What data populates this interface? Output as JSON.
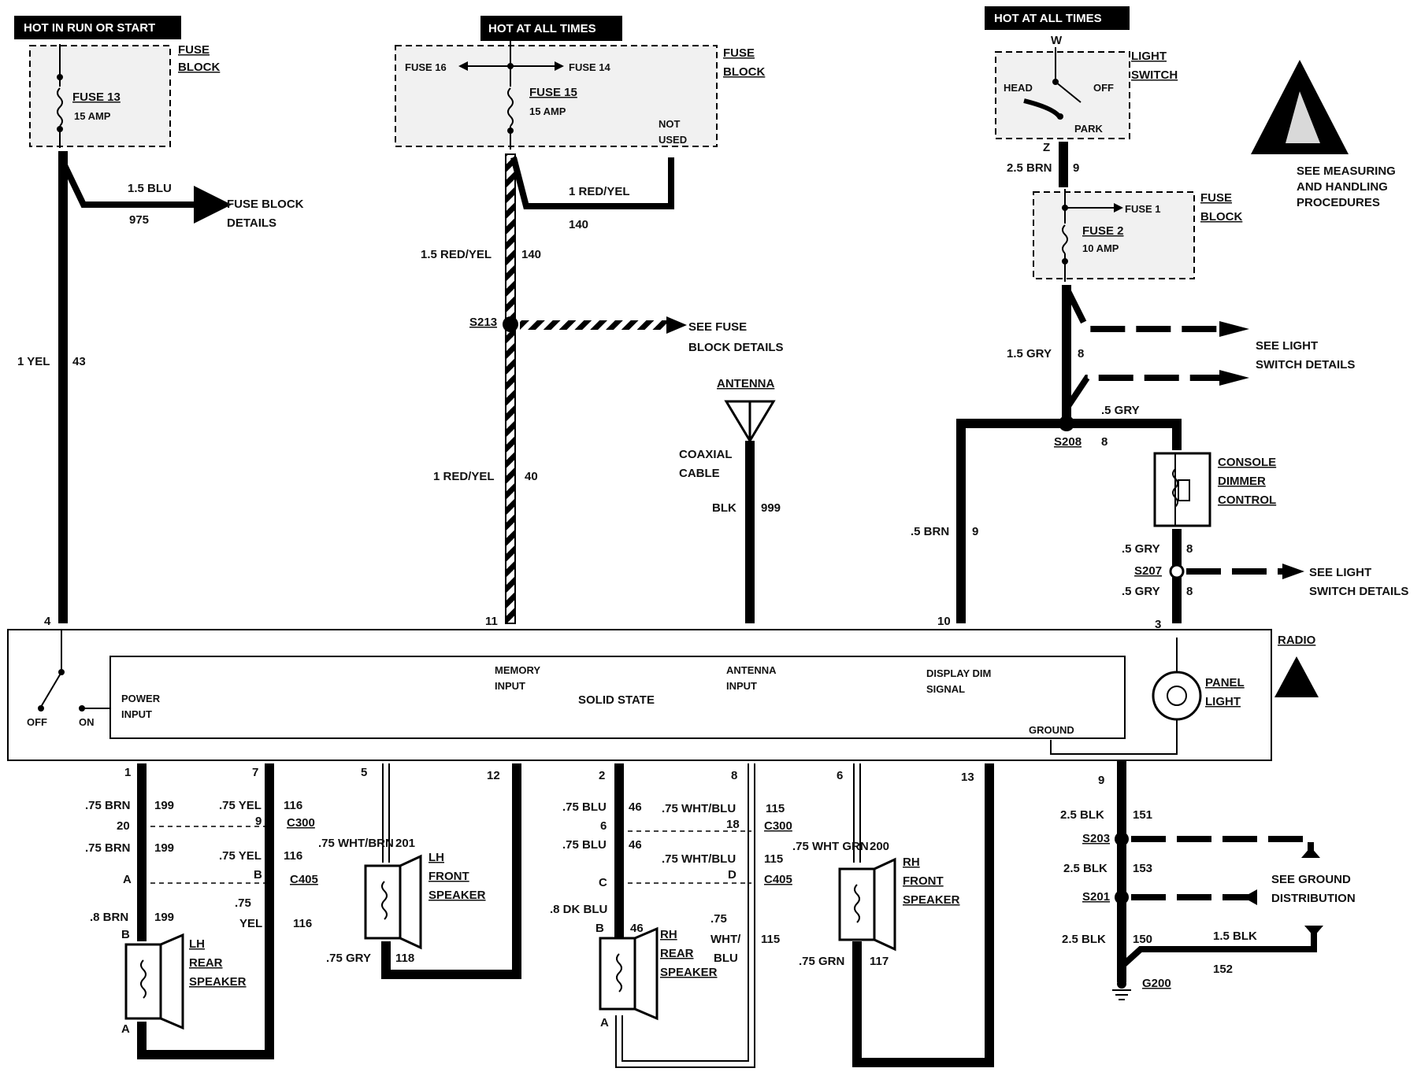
{
  "headers": {
    "left": "HOT IN RUN OR START",
    "mid": "HOT AT ALL TIMES",
    "right": "HOT AT ALL TIMES"
  },
  "left_fuse": {
    "block": [
      "FUSE",
      "BLOCK"
    ],
    "name": "FUSE 13",
    "amp": "15 AMP"
  },
  "mid_fuse": {
    "block": [
      "FUSE",
      "BLOCK"
    ],
    "name": "FUSE 15",
    "amp": "15 AMP",
    "fuse16": "FUSE 16",
    "fuse14": "FUSE 14",
    "not_used": [
      "NOT",
      "USED"
    ]
  },
  "light_switch": {
    "w": "W",
    "label": [
      "LIGHT",
      "SWITCH"
    ],
    "head": "HEAD",
    "off": "OFF",
    "park": "PARK",
    "z": "Z"
  },
  "right_fuse": {
    "block": [
      "FUSE",
      "BLOCK"
    ],
    "name": "FUSE 2",
    "amp": "10 AMP",
    "fuse1": "FUSE 1"
  },
  "esd_note": [
    "SEE MEASURING",
    "AND HANDLING",
    "PROCEDURES"
  ],
  "wires": {
    "w975_a": "1.5 BLU",
    "w975_b": "975",
    "fuse_block_details": [
      "FUSE BLOCK",
      "DETAILS"
    ],
    "w43_a": "1 YEL",
    "w43_b": "43",
    "w140_top_a": "1 RED/YEL",
    "w140_top_b": "140",
    "w140_a": "1.5 RED/YEL",
    "w140_b": "140",
    "s213": "S213",
    "see_fuse": [
      "SEE FUSE",
      "BLOCK DETAILS"
    ],
    "w40_a": "1 RED/YEL",
    "w40_b": "40",
    "antenna": "ANTENNA",
    "coax": [
      "COAXIAL",
      "CABLE"
    ],
    "w999_a": "BLK",
    "w999_b": "999",
    "w9_top_a": "2.5 BRN",
    "w9_top_b": "9",
    "w8_a": "1.5 GRY",
    "w8_b": "8",
    "see_light_1": [
      "SEE LIGHT",
      "SWITCH DETAILS"
    ],
    "gry5": ".5 GRY",
    "s208": "S208",
    "s208_n": "8",
    "w9_a": ".5 BRN",
    "w9_b": "9",
    "console": [
      "CONSOLE",
      "DIMMER",
      "CONTROL"
    ],
    "gry_a1": ".5 GRY",
    "gry_a2": "8",
    "s207": "S207",
    "gry_b1": ".5 GRY",
    "gry_b2": "8",
    "see_light_2": [
      "SEE LIGHT",
      "SWITCH DETAILS"
    ]
  },
  "radio": {
    "label": "RADIO",
    "pin4": "4",
    "pin11": "11",
    "pin10": "10",
    "pin3": "3",
    "off": "OFF",
    "on": "ON",
    "power_input": [
      "POWER",
      "INPUT"
    ],
    "memory_input": [
      "MEMORY",
      "INPUT"
    ],
    "solid_state": "SOLID STATE",
    "antenna_input": [
      "ANTENNA",
      "INPUT"
    ],
    "display_dim": [
      "DISPLAY DIM",
      "SIGNAL"
    ],
    "ground": "GROUND",
    "panel_light": [
      "PANEL",
      "LIGHT"
    ]
  },
  "speakers": {
    "pins": [
      "1",
      "7",
      "5",
      "12",
      "2",
      "8",
      "6",
      "13",
      "9"
    ],
    "lr": {
      "w1": ".75 BRN",
      "w1n": "199",
      "c20": "20",
      "w2": ".75 BRN",
      "w2n": "199",
      "cA": "A",
      "w3": ".8 BRN",
      "w3n": "199",
      "B": "B",
      "A2": "A",
      "y1": ".75 YEL",
      "y1n": "116",
      "c9": "9",
      "c300": "C300",
      "y2": ".75 YEL",
      "y2n": "116",
      "cB": "B",
      "c405": "C405",
      "y3a": ".75",
      "y3b": "YEL",
      "y3n": "116",
      "name": [
        "LH",
        "REAR",
        "SPEAKER"
      ]
    },
    "lf": {
      "w1": ".75 WHT/BRN",
      "w1n": "201",
      "name": [
        "LH",
        "FRONT",
        "SPEAKER"
      ],
      "w2": ".75 GRY",
      "w2n": "118"
    },
    "rr": {
      "w1": ".75 BLU",
      "w1n": "46",
      "c6": "6",
      "w2": ".75 BLU",
      "w2n": "46",
      "cC": "C",
      "w3": ".8 DK BLU",
      "B": "B",
      "w3n": "46",
      "A": "A",
      "x1": ".75 WHT/BLU",
      "x1n": "115",
      "c18": "18",
      "c300": "C300",
      "x2": ".75 WHT/BLU",
      "x2n": "115",
      "cD": "D",
      "c405": "C405",
      "x3a": ".75",
      "x3b": "WHT/",
      "x3c": "BLU",
      "x3n": "115",
      "name": [
        "RH",
        "REAR",
        "SPEAKER"
      ]
    },
    "rf": {
      "w1": ".75 WHT GRN",
      "w1n": "200",
      "name": [
        "RH",
        "FRONT",
        "SPEAKER"
      ],
      "w2": ".75 GRN",
      "w2n": "117"
    }
  },
  "ground": {
    "w151": "2.5 BLK",
    "w151n": "151",
    "s203": "S203",
    "w153": "2.5 BLK",
    "w153n": "153",
    "s201": "S201",
    "w150": "2.5 BLK",
    "w150n": "150",
    "w152": "1.5 BLK",
    "w152n": "152",
    "g200": "G200",
    "see_ground": [
      "SEE GROUND",
      "DISTRIBUTION"
    ]
  }
}
